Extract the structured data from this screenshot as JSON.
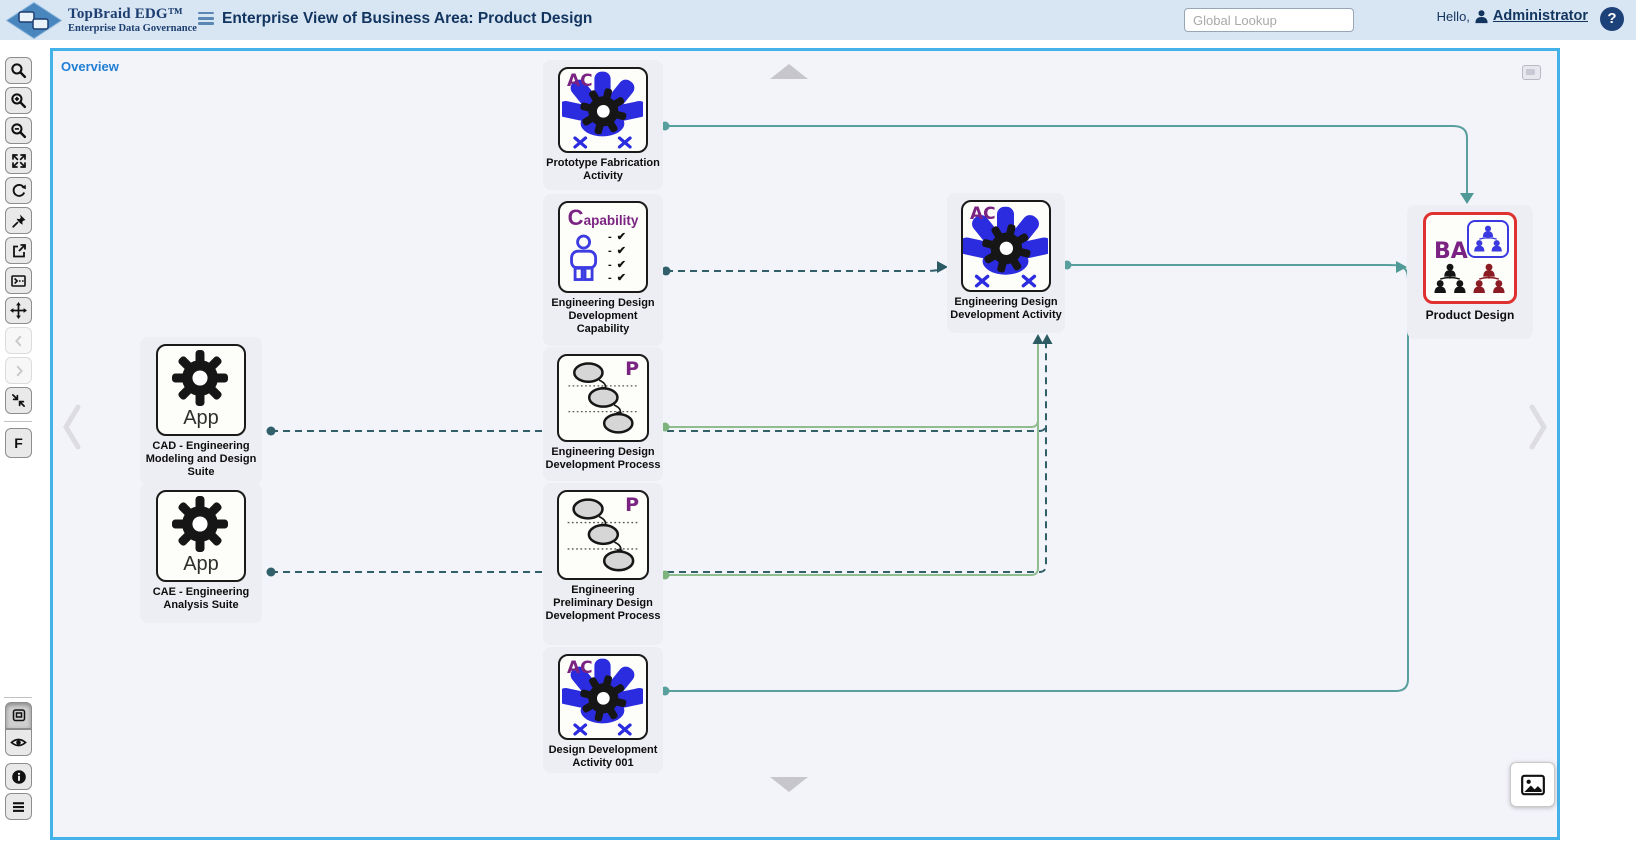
{
  "header": {
    "logo_title": "TopBraid EDG™",
    "logo_subtitle": "Enterprise Data Governance",
    "title": "Enterprise View of Business Area: Product Design",
    "search_placeholder": "Global Lookup",
    "greeting": "Hello,",
    "user": "Administrator",
    "help_label": "?"
  },
  "toolbar": {
    "f_label": "F",
    "icons": [
      "search-icon",
      "zoom-in-icon",
      "zoom-out-icon",
      "expand-icon",
      "refresh-icon",
      "pin-icon",
      "open-in-new-icon",
      "lane-layout-icon",
      "move-icon",
      "prev-icon",
      "next-icon",
      "collapse-icon",
      "f-button",
      "minimap-icon",
      "eye-icon",
      "info-icon",
      "menu-lines-icon"
    ]
  },
  "canvas": {
    "overview_label": "Overview",
    "accent_colors": {
      "canvas_border": "#43b2e8",
      "dashed_edge": "#31606a",
      "green_edge": "#90bd90",
      "teal_edge": "#58a09d",
      "arrowhead_dark": "#2c5a63",
      "node_red_border": "#e03131",
      "type_purple": "#7b2382",
      "icon_blue": "#2b2be0"
    },
    "nodes": [
      {
        "id": "prototype-fabrication-activity",
        "type": "Activity",
        "type_label": "AC",
        "label": "Prototype Fabrication Activity"
      },
      {
        "id": "engineering-design-development-capability",
        "type": "Capability",
        "type_label": "Capability",
        "label": "Engineering Design Development Capability"
      },
      {
        "id": "engineering-design-development-process",
        "type": "Process",
        "type_label": "P",
        "label": "Engineering Design Development Process"
      },
      {
        "id": "engineering-preliminary-design-development-process",
        "type": "Process",
        "type_label": "P",
        "label": "Engineering Preliminary Design Development Process"
      },
      {
        "id": "design-development-activity-001",
        "type": "Activity",
        "type_label": "AC",
        "label": "Design Development Activity 001"
      },
      {
        "id": "cad-engineering-modeling-and-design-suite",
        "type": "Application",
        "type_label": "App",
        "label": "CAD - Engineering Modeling and Design Suite"
      },
      {
        "id": "cae-engineering-analysis-suite",
        "type": "Application",
        "type_label": "App",
        "label": "CAE - Engineering Analysis Suite"
      },
      {
        "id": "engineering-design-development-activity",
        "type": "Activity",
        "type_label": "AC",
        "label": "Engineering Design Development Activity"
      },
      {
        "id": "product-design",
        "type": "Business Area",
        "type_label": "BA",
        "label": "Product Design"
      }
    ],
    "edges": [
      {
        "from": "prototype-fabrication-activity",
        "to": "product-design",
        "style": "solid",
        "color": "#58a09d"
      },
      {
        "from": "engineering-design-development-capability",
        "to": "engineering-design-development-activity",
        "style": "dashed",
        "color": "#31606a"
      },
      {
        "from": "cad-engineering-modeling-and-design-suite",
        "to": "engineering-design-development-activity",
        "style": "dashed",
        "color": "#31606a"
      },
      {
        "from": "cae-engineering-analysis-suite",
        "to": "engineering-design-development-activity",
        "style": "dashed",
        "color": "#31606a"
      },
      {
        "from": "engineering-design-development-process",
        "to": "engineering-design-development-activity",
        "style": "solid",
        "color": "#90bd90"
      },
      {
        "from": "engineering-preliminary-design-development-process",
        "to": "engineering-design-development-activity",
        "style": "solid",
        "color": "#90bd90"
      },
      {
        "from": "engineering-design-development-activity",
        "to": "product-design",
        "style": "solid",
        "color": "#58a09d"
      },
      {
        "from": "design-development-activity-001",
        "to": "product-design",
        "style": "solid",
        "color": "#58a09d"
      }
    ]
  }
}
